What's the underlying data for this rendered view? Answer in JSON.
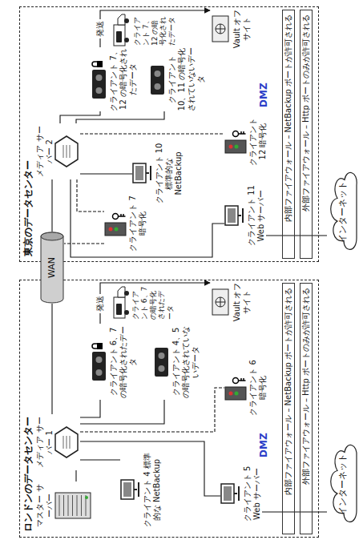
{
  "diagram": {
    "nodes": [
      {
        "text": [
          "ロンドンのデータセンター"
        ]
      },
      {
        "text": [
          "マスター サーバー"
        ],
        "in": 0
      },
      {
        "text": [
          "メディア サーバー 1"
        ],
        "in": 0
      },
      {
        "text": [
          "クライアント 6、7 の暗号化されたデータ"
        ],
        "in": 0
      },
      {
        "text": [
          "クライアント 4、5 の暗号化されていないデータ"
        ],
        "in": 0
      },
      {
        "text": [
          "クライアント 4 標準的な NetBackup"
        ],
        "in": 0
      },
      {
        "text": [
          "クライアント 6 暗号化"
        ],
        "in": 0
      },
      {
        "text": [
          "クライアント 5 Web サーバー"
        ],
        "in": 0
      },
      {
        "text": [
          "Vault オフサイト"
        ],
        "in": 0
      },
      {
        "text": [
          "内部ファイアウォール – NetBackup ポートが許可される"
        ],
        "in": 0
      },
      {
        "text": [
          "外部ファイアウォール – Http ポートのみが許可される"
        ],
        "in": 0
      },
      {
        "text": [
          "東京のデータセンター"
        ]
      },
      {
        "text": [
          "メディア サーバー 2"
        ],
        "in": 11
      },
      {
        "text": [
          "クライアント 7、12 の暗号化されたデータ"
        ],
        "in": 11
      },
      {
        "text": [
          "クライアント 10、11 の暗号化されていないデータ"
        ],
        "in": 11
      },
      {
        "text": [
          "クライアント 7 暗号化"
        ],
        "in": 11
      },
      {
        "text": [
          "クライアント 10 標準的な NetBackup"
        ],
        "in": 11
      },
      {
        "text": [
          "クライアント 12 暗号化"
        ],
        "in": 11
      },
      {
        "text": [
          "クライアント 11 Web サーバー"
        ],
        "in": 11
      },
      {
        "text": [
          "Vault オフサイト"
        ],
        "in": 11
      },
      {
        "text": [
          "内部ファイアウォール – NetBackup ポートが許可される"
        ],
        "in": 11
      },
      {
        "text": [
          "外部ファイアウォール – Http ポートのみが許可される"
        ],
        "in": 11
      },
      {
        "text": [
          "WAN"
        ]
      },
      {
        "text": [
          "インターネット"
        ]
      },
      {
        "text": [
          "インターネット"
        ]
      }
    ],
    "edges": [
      {
        "from": 1,
        "to": 2,
        "arrow": "none"
      },
      {
        "from": 2,
        "to": 3,
        "arrow": "none"
      },
      {
        "from": 2,
        "to": 4,
        "arrow": "none"
      },
      {
        "from": 2,
        "to": 5,
        "arrow": "none"
      },
      {
        "from": 2,
        "to": 6,
        "arrow": "none"
      },
      {
        "from": 2,
        "to": 7,
        "arrow": "none"
      },
      {
        "from": 3,
        "to": 8,
        "label": "発送",
        "arrow": "to"
      },
      {
        "from": 7,
        "to": 23,
        "arrow": "none"
      },
      {
        "from": 2,
        "to": 22,
        "arrow": "none"
      },
      {
        "from": 22,
        "to": 12,
        "arrow": "none"
      },
      {
        "from": 12,
        "to": 13,
        "arrow": "none"
      },
      {
        "from": 12,
        "to": 14,
        "arrow": "none"
      },
      {
        "from": 12,
        "to": 15,
        "arrow": "none"
      },
      {
        "from": 15,
        "to": 22,
        "arrow": "none"
      },
      {
        "from": 12,
        "to": 16,
        "arrow": "none"
      },
      {
        "from": 12,
        "to": 17,
        "arrow": "none"
      },
      {
        "from": 12,
        "to": 18,
        "arrow": "none"
      },
      {
        "from": 13,
        "to": 19,
        "label": "発送",
        "arrow": "to"
      },
      {
        "from": 18,
        "to": 24,
        "arrow": "none"
      }
    ],
    "labels": [
      "DMZ",
      "クライアント 6、7 の暗号化されたデータ",
      "DMZ",
      "クライアント 7、12 の暗号化されたデータ"
    ]
  }
}
